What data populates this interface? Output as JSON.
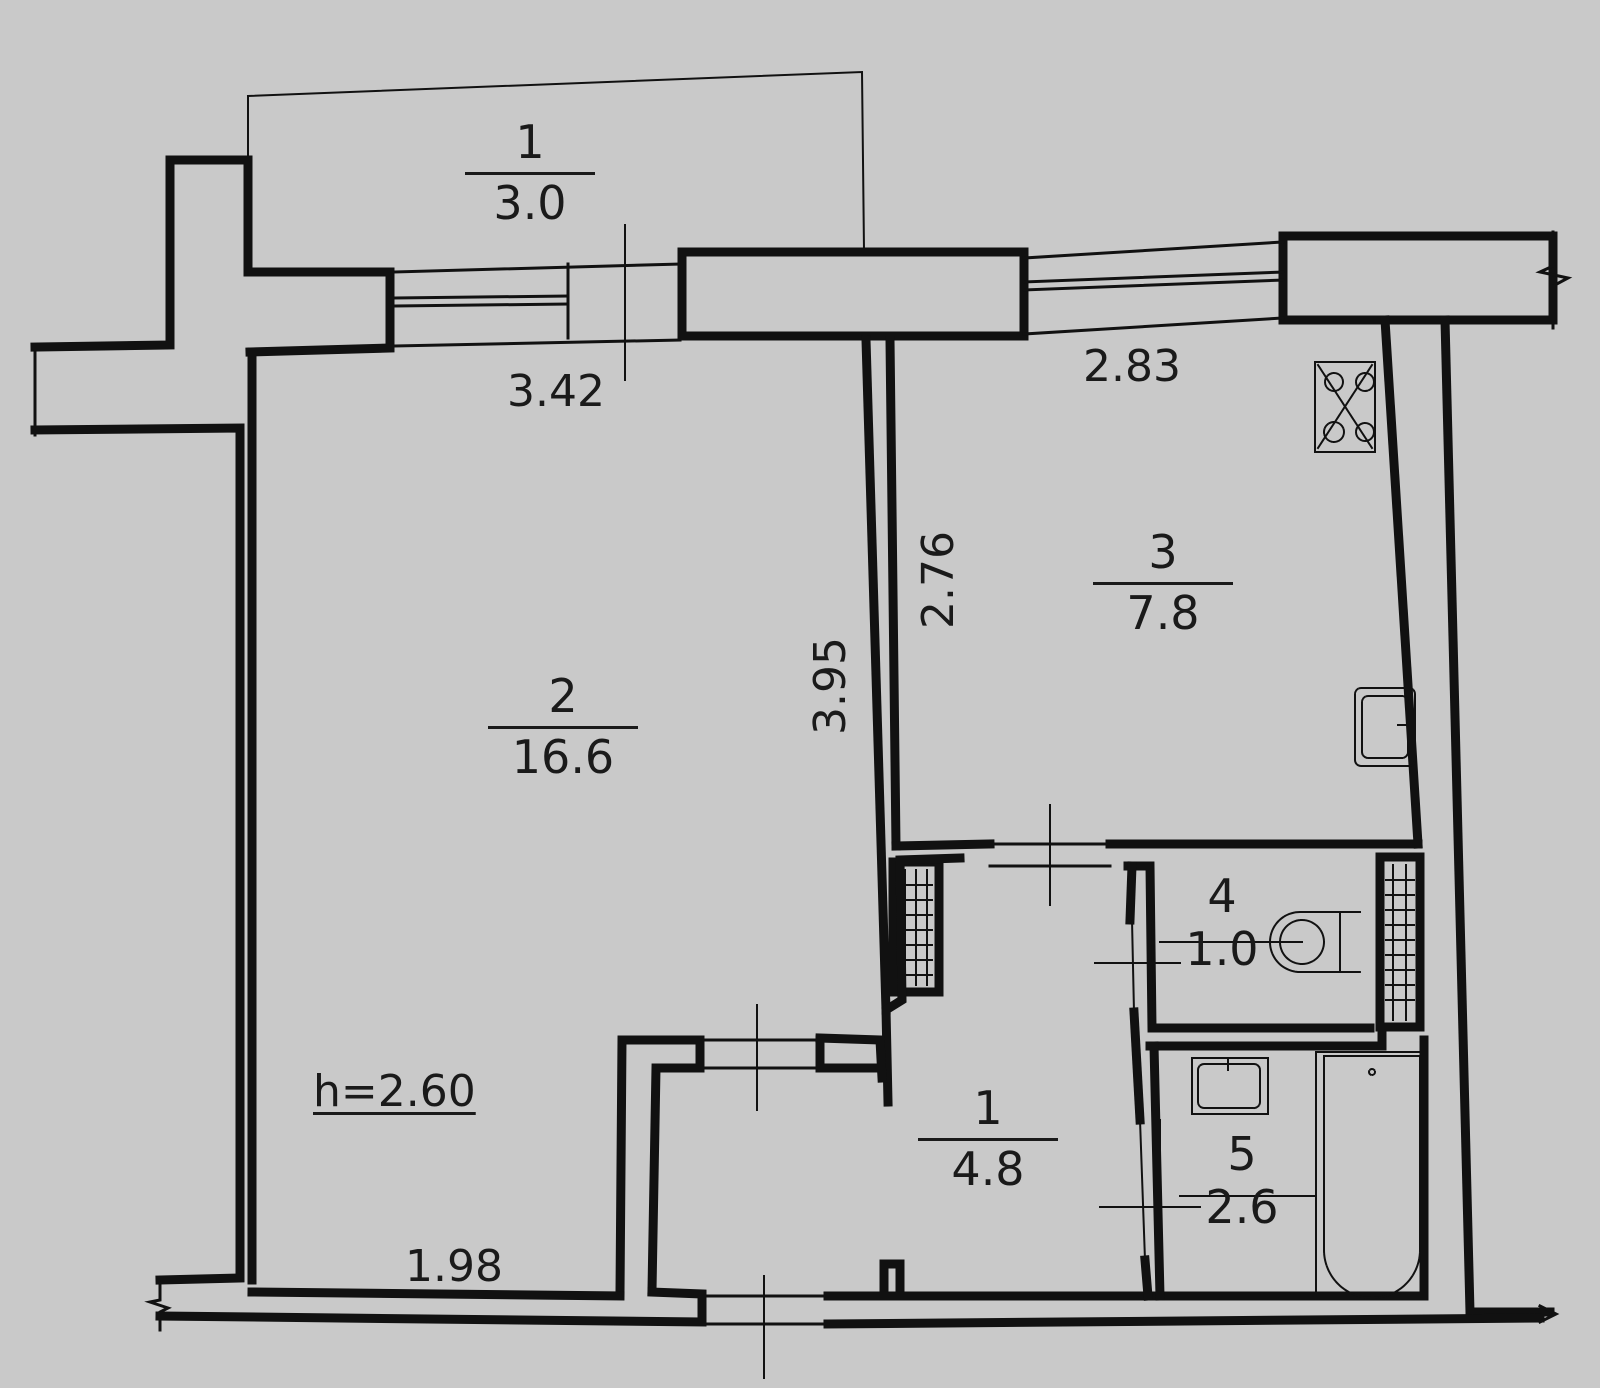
{
  "plan": {
    "ceiling_height": "h=2.60",
    "rooms": [
      {
        "id": "balcony",
        "number": "1",
        "area": "3.0"
      },
      {
        "id": "living-room",
        "number": "2",
        "area": "16.6"
      },
      {
        "id": "kitchen",
        "number": "3",
        "area": "7.8"
      },
      {
        "id": "toilet",
        "number": "4",
        "area": "1.0"
      },
      {
        "id": "bathroom",
        "number": "5",
        "area": "2.6"
      },
      {
        "id": "hallway",
        "number": "1",
        "area": "4.8"
      }
    ],
    "dimensions": {
      "living_width_top": "3.42",
      "kitchen_width": "2.83",
      "kitchen_depth": "2.76",
      "living_depth": "3.95",
      "living_width_bottom": "1.98"
    },
    "fixtures": [
      "stove-icon",
      "kitchen-sink-icon",
      "toilet-icon",
      "bathroom-sink-icon",
      "bathtub-icon",
      "ventilation-shaft-icon"
    ],
    "colors": {
      "paper": "#c9c9c9",
      "ink": "#111111"
    }
  }
}
